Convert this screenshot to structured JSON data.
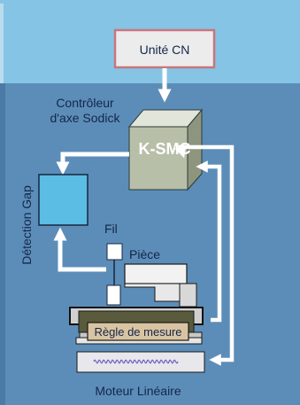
{
  "colors": {
    "sky": "#86c4e6",
    "panel": "#5c8db8",
    "panel_dark": "#4b7aa6",
    "arrow": "#ffffff",
    "text": "#14264a",
    "cn_box_fill": "#ececec",
    "cn_box_border": "#c8767e",
    "controller_front": "#b8bfa8",
    "controller_top": "#e2e6da",
    "controller_side": "#8e957e",
    "gap_box": "#5bbde4",
    "scale_fill": "#d9c4a2",
    "motor_coil": "#7060c0"
  },
  "nodes": {
    "cn_unit": "Unité CN",
    "controller_label_line1": "Contrôleur",
    "controller_label_line2": "d'axe Sodick",
    "controller_model": "K-SMC",
    "gap_detection": "Détection Gap",
    "wire": "Fil",
    "workpiece": "Pièce",
    "scale": "Règle de mesure",
    "linear_motor": "Moteur Linéaire"
  }
}
